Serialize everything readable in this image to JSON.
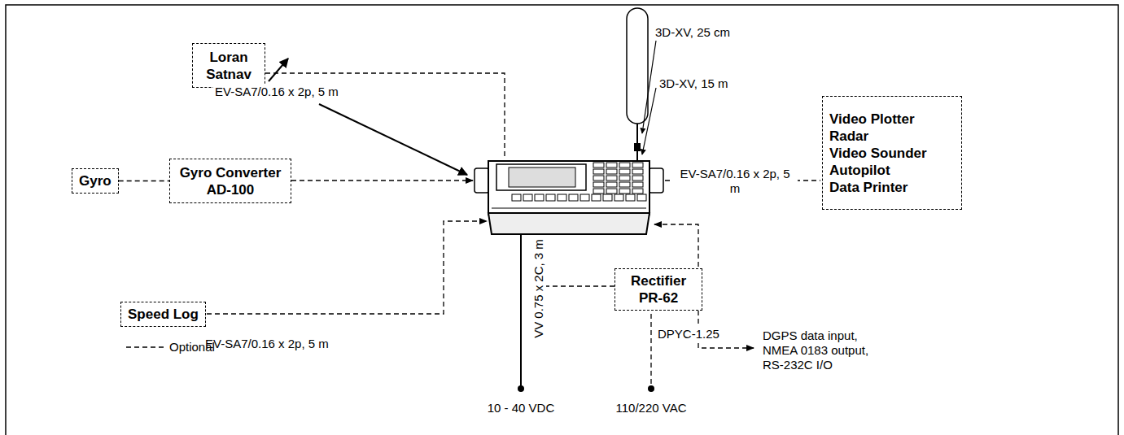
{
  "diagram": {
    "nodes": [
      {
        "text": [
          "Loran Satnav"
        ]
      },
      {
        "text": [
          "Gyro"
        ]
      },
      {
        "text": [
          "Gyro Converter AD-100"
        ]
      },
      {
        "text": [
          "Speed Log"
        ]
      },
      {
        "text": [
          "Rectifier PR-62"
        ]
      },
      {
        "text": [
          "Video Plotter",
          "Radar",
          "Video Sounder",
          "Autopilot",
          "Data Printer"
        ]
      }
    ],
    "edges": [
      {
        "from": 1,
        "to": 2,
        "arrow": "none"
      }
    ],
    "labels": [
      "3D-XV, 25 cm",
      "3D-XV, 15 m",
      "EV-SA7/0.16 x 2p, 5 m",
      "EV-SA7/0.16 x 2p, 5 m",
      "EV-SA7/0.16 x 2p, 5 m",
      "VV 0.75 x 2C, 3 m",
      "DPYC-1.25",
      "DGPS data input, NMEA 0183 output, RS-232C I/O",
      "10 - 40 VDC",
      "110/220 VAC"
    ],
    "legend": [
      {
        "text": "Optional"
      }
    ]
  }
}
